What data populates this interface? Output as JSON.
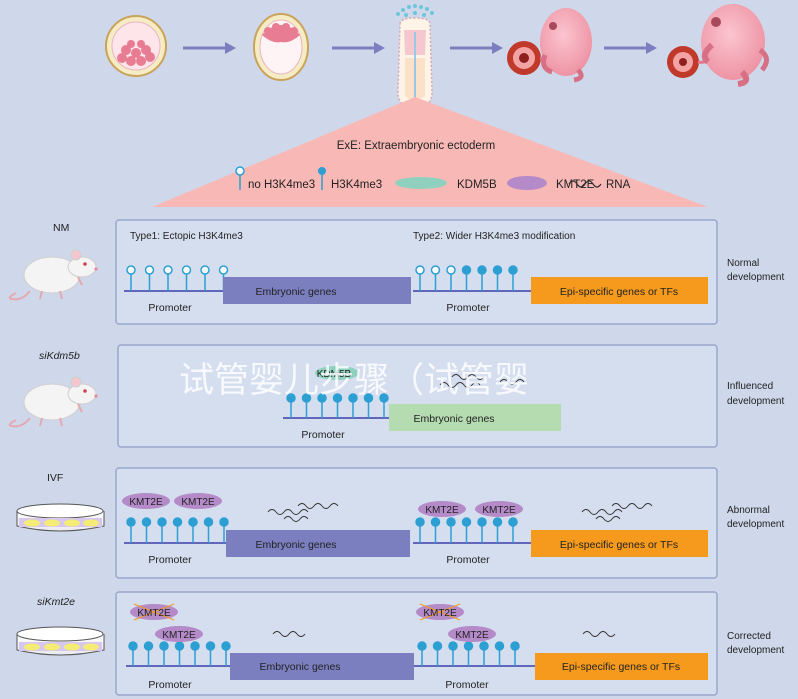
{
  "legend": {
    "title": "ExE: Extraembryonic ectoderm",
    "no_h3k4me3": "no H3K4me3",
    "h3k4me3": "H3K4me3",
    "kdm5b": "KDM5B",
    "kmt2e": "KMT2E",
    "rna": "RNA"
  },
  "rows": [
    {
      "label": "NM",
      "outcome_line1": "Normal",
      "outcome_line2": "development",
      "type1": "Type1: Ectopic H3K4me3",
      "type2": "Type2: Wider H3K4me3 modification",
      "promoter": "Promoter",
      "gene_box_1": "Embryonic genes",
      "gene_box_2": "Epi-specific genes or TFs"
    },
    {
      "label": "siKdm5b",
      "outcome_line1": "Influenced",
      "outcome_line2": "development",
      "enzyme": "KDM5B",
      "promoter": "Promoter",
      "gene_box_1": "Embryonic genes"
    },
    {
      "label": "IVF",
      "outcome_line1": "Abnormal",
      "outcome_line2": "development",
      "enzyme": "KMT2E",
      "promoter": "Promoter",
      "gene_box_1": "Embryonic genes",
      "gene_box_2": "Epi-specific genes or TFs"
    },
    {
      "label": "siKmt2e",
      "outcome_line1": "Corrected",
      "outcome_line2": "development",
      "enzyme": "KMT2E",
      "promoter": "Promoter",
      "gene_box_1": "Embryonic genes",
      "gene_box_2": "Epi-specific genes or TFs"
    }
  ],
  "watermark": "试管婴儿步骤（试管婴",
  "colors": {
    "background": "#ced8ea",
    "embryonic_box": "#7b7fc0",
    "epi_box": "#f59a1c",
    "embryonic_box_green": "#b5dbb0",
    "kmt2e": "#b48ac8",
    "kdm5b": "#8fd1be",
    "lollipop": "#2c9fd3",
    "triangle": "#f8b9b6"
  }
}
